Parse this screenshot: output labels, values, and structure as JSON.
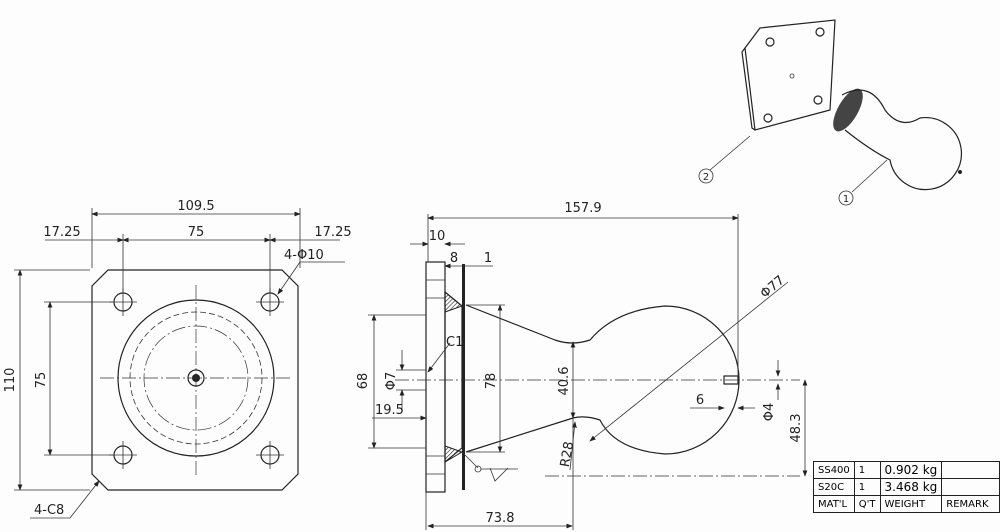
{
  "front_view": {
    "dims": {
      "overall_width": "109.5",
      "edge_left": "17.25",
      "hole_pitch_h": "75",
      "edge_right": "17.25",
      "holes": "4-Φ10",
      "height": "110",
      "hole_pitch_v": "75",
      "chamfer": "4-C8"
    }
  },
  "side_view": {
    "dims": {
      "overall_length": "157.9",
      "flange": "10",
      "plate": "8",
      "gap": "1",
      "chamfer": "C1",
      "hole": "Φ7",
      "height_68": "68",
      "offset": "19.5",
      "base_dia": "78",
      "neck": "40.6",
      "radius": "R28",
      "length_73": "73.8",
      "ball_dia": "Φ77",
      "pin_len": "6",
      "pin_dia": "Φ4",
      "height_48": "48.3"
    }
  },
  "iso_view": {
    "balloons": [
      "1",
      "2"
    ]
  },
  "bom": {
    "rows": [
      {
        "material": "SS400",
        "qty": "1",
        "weight": "0.902 kg",
        "remark": ""
      },
      {
        "material": "S20C",
        "qty": "1",
        "weight": "3.468 kg",
        "remark": ""
      }
    ],
    "headers": {
      "material": "MAT'L",
      "qty": "Q'T",
      "weight": "WEIGHT",
      "remark": "REMARK"
    }
  }
}
